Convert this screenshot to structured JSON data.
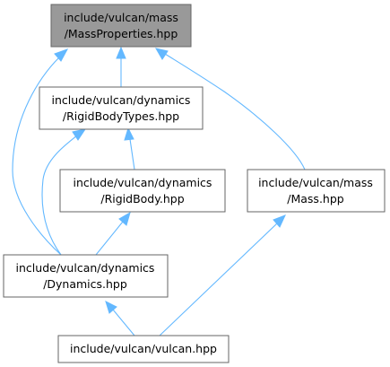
{
  "diagram": {
    "nodes": [
      {
        "id": "mass_properties",
        "line1": "include/vulcan/mass",
        "line2": "/MassProperties.hpp",
        "highlighted": true
      },
      {
        "id": "rigid_body_types",
        "line1": "include/vulcan/dynamics",
        "line2": "/RigidBodyTypes.hpp",
        "highlighted": false
      },
      {
        "id": "rigid_body",
        "line1": "include/vulcan/dynamics",
        "line2": "/RigidBody.hpp",
        "highlighted": false
      },
      {
        "id": "mass",
        "line1": "include/vulcan/mass",
        "line2": "/Mass.hpp",
        "highlighted": false
      },
      {
        "id": "dynamics",
        "line1": "include/vulcan/dynamics",
        "line2": "/Dynamics.hpp",
        "highlighted": false
      },
      {
        "id": "vulcan",
        "line1": "include/vulcan/vulcan.hpp",
        "line2": "",
        "highlighted": false
      }
    ],
    "edges": [
      {
        "from": "rigid_body_types",
        "to": "mass_properties"
      },
      {
        "from": "dynamics",
        "to": "mass_properties"
      },
      {
        "from": "mass",
        "to": "mass_properties"
      },
      {
        "from": "rigid_body",
        "to": "rigid_body_types"
      },
      {
        "from": "dynamics",
        "to": "rigid_body_types"
      },
      {
        "from": "dynamics",
        "to": "rigid_body"
      },
      {
        "from": "vulcan",
        "to": "dynamics"
      },
      {
        "from": "vulcan",
        "to": "mass"
      }
    ],
    "colors": {
      "edge": "#63b8ff",
      "node_border": "#666666",
      "node_fill": "#ffffff",
      "highlight_fill": "#999999"
    }
  }
}
